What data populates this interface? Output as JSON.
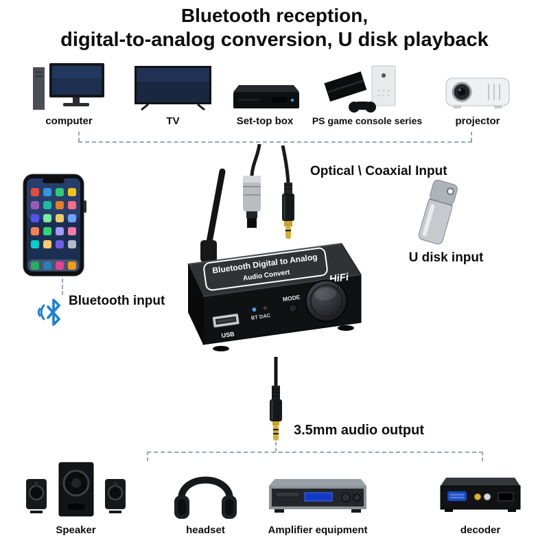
{
  "title": {
    "line1": "Bluetooth reception,",
    "line2": "digital-to-analog conversion, U disk playback"
  },
  "sources": [
    {
      "label": "computer"
    },
    {
      "label": "TV"
    },
    {
      "label": "Set-top box"
    },
    {
      "label": "PS game console series"
    },
    {
      "label": "projector"
    }
  ],
  "inputs": {
    "optical_coaxial_label": "Optical \\ Coaxial Input",
    "udisk_label": "U disk input",
    "bluetooth_label": "Bluetooth input"
  },
  "converter": {
    "top_label_line1": "Bluetooth Digital to Analog",
    "top_label_line2": "Audio Convert",
    "hifi_label": "HiFi",
    "usb_label": "USB",
    "bt_dac_label": "BT DAC",
    "mode_label": "MODE"
  },
  "output": {
    "audio_label": "3.5mm audio output"
  },
  "sinks": [
    {
      "label": "Speaker"
    },
    {
      "label": "headset"
    },
    {
      "label": "Amplifier equipment"
    },
    {
      "label": "decoder"
    }
  ],
  "colors": {
    "bluetooth_blue": "#1c7fd6",
    "dashed_line": "#93a6b5",
    "gold": "#d4af37",
    "display_blue": "#1239c9"
  }
}
